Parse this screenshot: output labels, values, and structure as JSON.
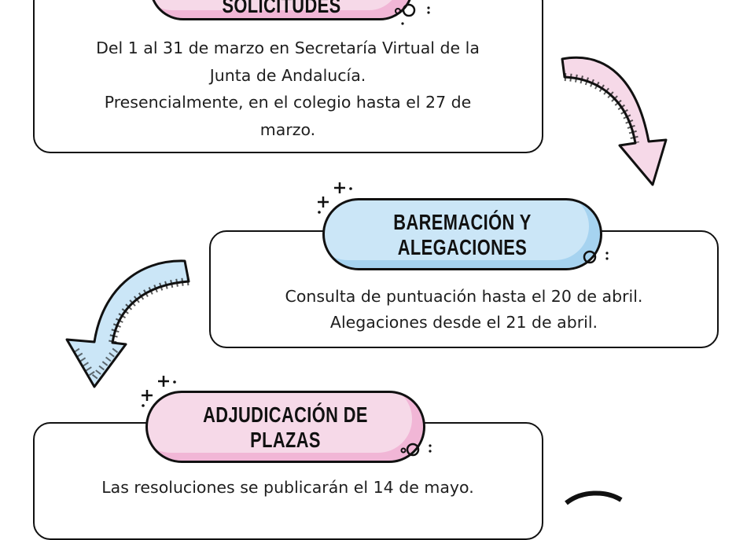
{
  "colors": {
    "pink": "#f6d9e8",
    "pink_shade": "#f1b6d6",
    "blue": "#cbe6f7",
    "blue_shade": "#a6d3f0",
    "outline": "#111111"
  },
  "steps": [
    {
      "title": [
        "SOLICITUDES"
      ],
      "lines": [
        "Del 1 al 31 de marzo en Secretaría Virtual de la",
        "Junta de Andalucía.",
        "Presencialmente, en el colegio hasta el 27 de",
        "marzo."
      ]
    },
    {
      "title": [
        "BAREMACIÓN Y",
        "ALEGACIONES"
      ],
      "lines": [
        "Consulta de puntuación hasta el 20 de abril.",
        "Alegaciones desde el 21 de abril."
      ]
    },
    {
      "title": [
        "ADJUDICACIÓN DE",
        "PLAZAS"
      ],
      "lines": [
        "Las resoluciones se publicarán el 14 de mayo."
      ]
    }
  ],
  "icons": [
    "curved-arrow-down-right",
    "curved-arrow-down-left",
    "sparkle"
  ]
}
